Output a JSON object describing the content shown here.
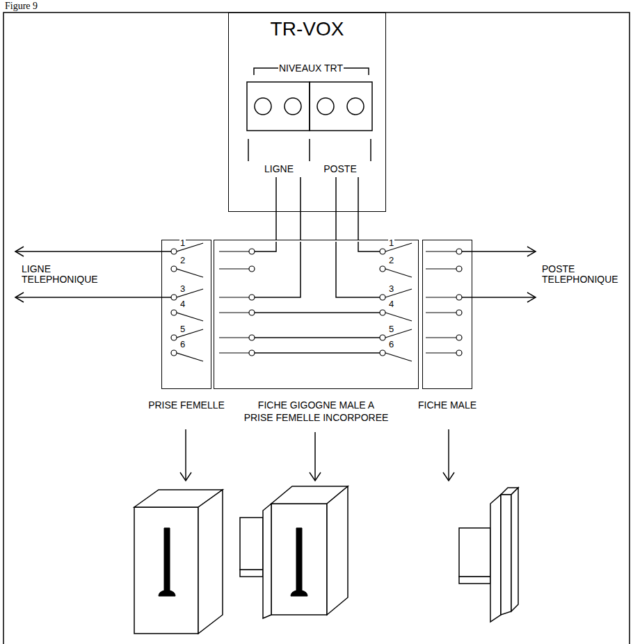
{
  "diagram": {
    "nodes": [
      {
        "text": [
          "TR-VOX"
        ]
      },
      {
        "text": [
          "PRISE FEMELLE"
        ]
      },
      {
        "text": [
          "FICHE GIGOGNE MALE A PRISE FEMELLE INCORPOREE"
        ]
      },
      {
        "text": [
          "FICHE MALE"
        ]
      }
    ],
    "edges": [
      {
        "from": 0,
        "to": 2,
        "arrow": "none"
      },
      {
        "from": 0,
        "to": 2,
        "arrow": "none"
      },
      {
        "from": 0,
        "to": 2,
        "arrow": "none"
      },
      {
        "from": 0,
        "to": 2,
        "arrow": "none"
      }
    ],
    "labels": [
      "Figure 9",
      "NIVEAUX TRT",
      "LIGNE",
      "POSTE",
      "LIGNE TELEPHONIQUE",
      "POSTE TELEPHONIQUE",
      "1",
      "2",
      "3",
      "4",
      "5",
      "6",
      "1",
      "2",
      "3",
      "4",
      "5",
      "6"
    ]
  }
}
